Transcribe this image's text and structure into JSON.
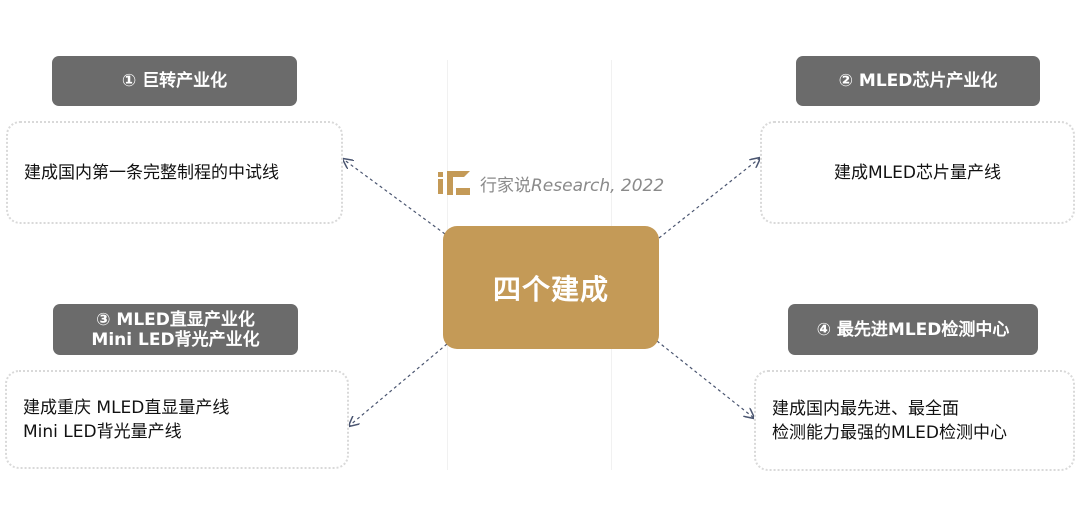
{
  "center": {
    "label": "四个建成"
  },
  "watermark": {
    "brand": "行家说",
    "source": "Research, 2022"
  },
  "quadrants": [
    {
      "tag": [
        "① 巨转产业化"
      ],
      "lines": [
        "建成国内第一条完整制程的中试线"
      ]
    },
    {
      "tag": [
        "② MLED芯片产业化"
      ],
      "lines": [
        "建成MLED芯片量产线"
      ]
    },
    {
      "tag": [
        "③ MLED直显产业化",
        "Mini LED背光产业化"
      ],
      "lines": [
        "建成重庆 MLED直显量产线",
        "Mini LED背光量产线"
      ]
    },
    {
      "tag": [
        "④ 最先进MLED检测中心"
      ],
      "lines": [
        "建成国内最先进、最全面",
        "检测能力最强的MLED检测中心"
      ]
    }
  ],
  "colors": {
    "hub": "#c49a57",
    "tag": "#6b6b6b",
    "box_border": "#d9d9d9",
    "arrow": "#4a5570"
  }
}
